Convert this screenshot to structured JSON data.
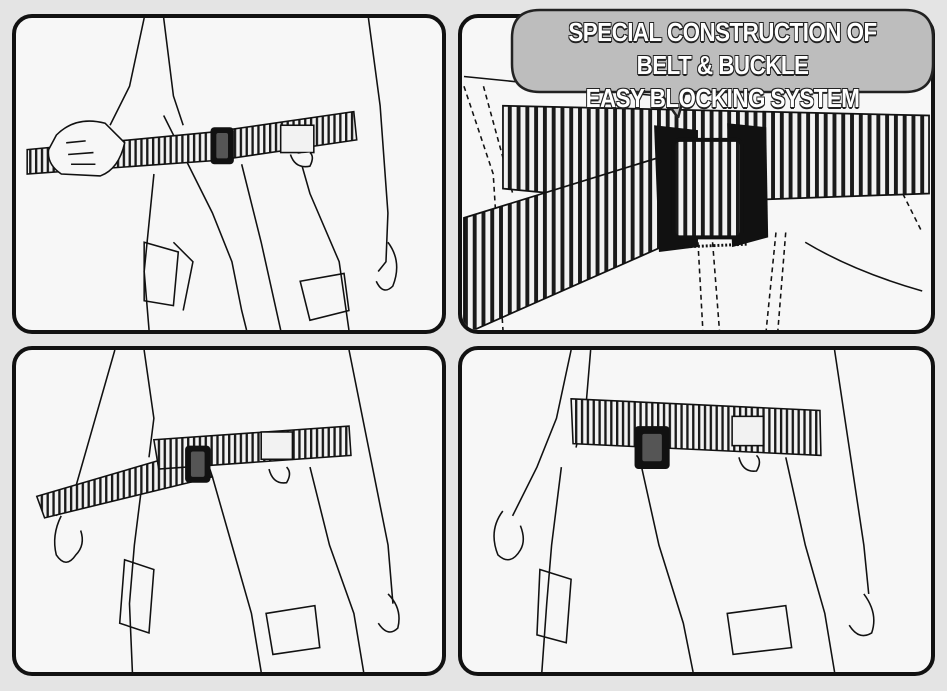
{
  "callout": {
    "line1": "SPECIAL CONSTRUCTION OF BELT & BUCKLE",
    "line2": "EASY BLOCKING SYSTEM"
  },
  "colors": {
    "background": "#e4e4e4",
    "panel": "#f7f7f7",
    "outline": "#111111",
    "callout_fill": "#bdbdbd"
  },
  "panels": [
    {
      "name": "step-1-pull-belt"
    },
    {
      "name": "step-2-buckle-closeup"
    },
    {
      "name": "step-3-adjust-belt"
    },
    {
      "name": "step-4-belt-closed"
    }
  ]
}
